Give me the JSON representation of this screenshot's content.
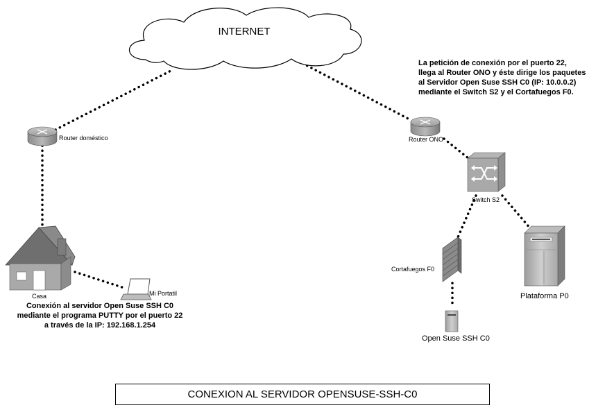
{
  "cloud": {
    "label": "INTERNET"
  },
  "nodes": {
    "home_router": "Router doméstico",
    "house": "Casa",
    "laptop": "Mi Portatil",
    "ono_router": "Router ONO",
    "switch": "Switch S2",
    "firewall": "Cortafuegos F0",
    "ssh_server": "Open Suse SSH C0",
    "platform": "Plataforma P0"
  },
  "notes": {
    "right": "La petición de conexión por el puerto 22,\nllega al Router ONO y éste dirige los paquetes\nal Servidor Open Suse SSH C0 (IP: 10.0.0.2)\nmediante el Switch S2 y el Cortafuegos F0.",
    "left": "Conexión al servidor Open Suse SSH C0\nmediante el programa PUTTY por el puerto 22\na través de la IP: 192.168.1.254"
  },
  "title": "CONEXION AL SERVIDOR OPENSUSE-SSH-C0"
}
